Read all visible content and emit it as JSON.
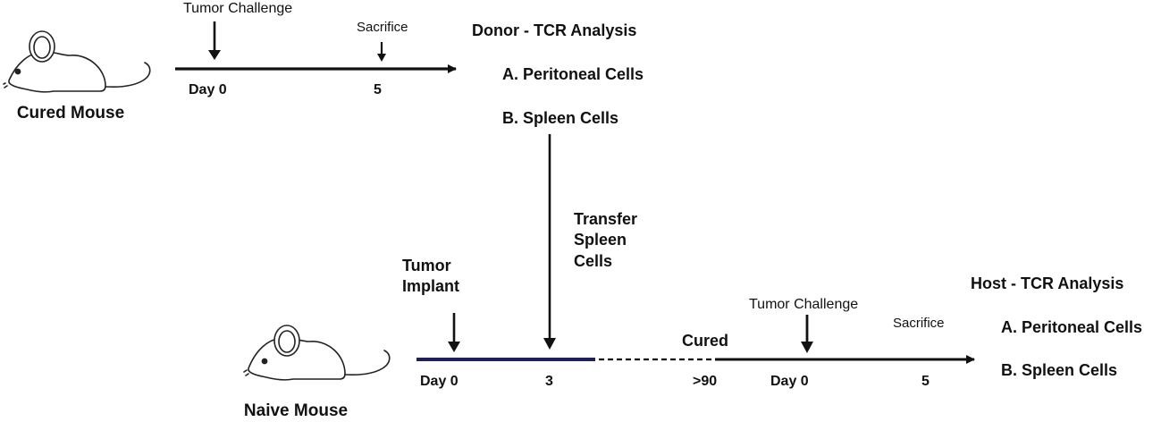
{
  "donor": {
    "mouse_label": "Cured Mouse",
    "timeline": {
      "tumor_challenge": "Tumor Challenge",
      "sacrifice": "Sacrifice",
      "day_start": "Day 0",
      "day_end": "5"
    },
    "analysis_title": "Donor - TCR Analysis",
    "analysis_a": "A. Peritoneal Cells",
    "analysis_b": "B. Spleen Cells"
  },
  "transfer": {
    "line1": "Transfer",
    "line2": "Spleen",
    "line3": "Cells"
  },
  "host": {
    "mouse_label": "Naive Mouse",
    "implant_line1": "Tumor",
    "implant_line2": "Implant",
    "day_start": "Day 0",
    "day_transfer": "3",
    "cured_label": "Cured",
    "day_cured": ">90",
    "tumor_challenge": "Tumor Challenge",
    "sacrifice": "Sacrifice",
    "challenge_day": "Day 0",
    "day_end": "5",
    "analysis_title": "Host - TCR Analysis",
    "analysis_a": "A. Peritoneal Cells",
    "analysis_b": "B. Spleen Cells"
  },
  "colors": {
    "line": "#111111",
    "implant_line": "#1f1f5c",
    "dashed": "#111111"
  }
}
